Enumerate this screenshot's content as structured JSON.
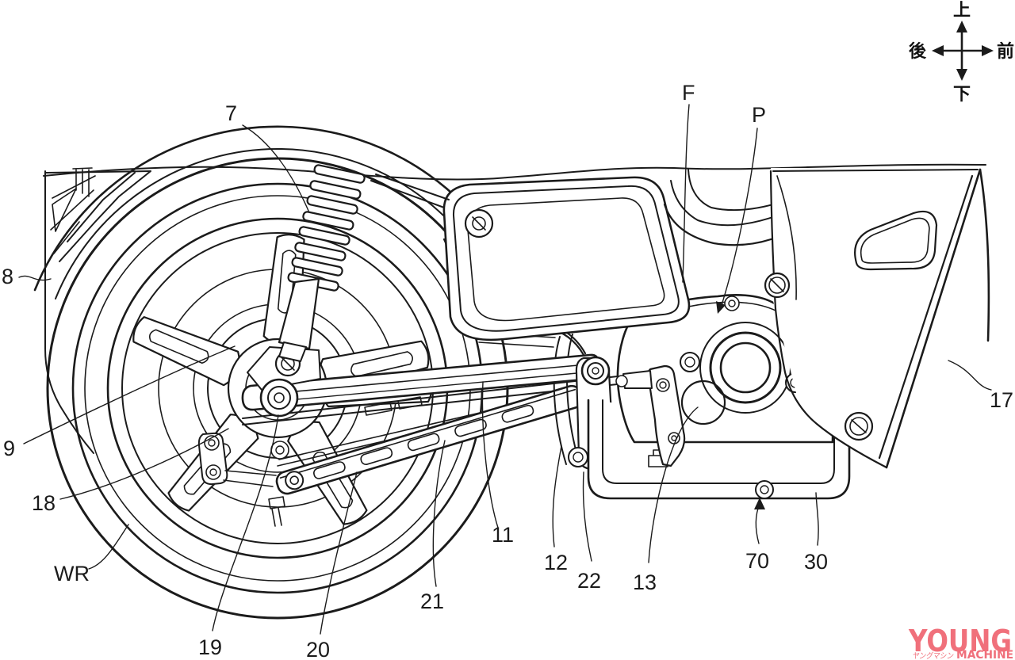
{
  "colors": {
    "ink": "#1b1b1b",
    "paper": "#ffffff",
    "logo": "#f0707b"
  },
  "compass": {
    "up": "上",
    "down": "下",
    "front": "前",
    "rear": "後"
  },
  "refs": {
    "r7": "7",
    "r8": "8",
    "r9": "9",
    "r11": "11",
    "r12": "12",
    "r13": "13",
    "r17": "17",
    "r18": "18",
    "r19": "19",
    "r20": "20",
    "r21": "21",
    "r22": "22",
    "r30": "30",
    "r70": "70",
    "wr": "WR",
    "f": "F",
    "p": "P"
  },
  "logo": {
    "main": "YOUNG",
    "sub": "MACHINE",
    "katakana": "ヤングマシン"
  }
}
